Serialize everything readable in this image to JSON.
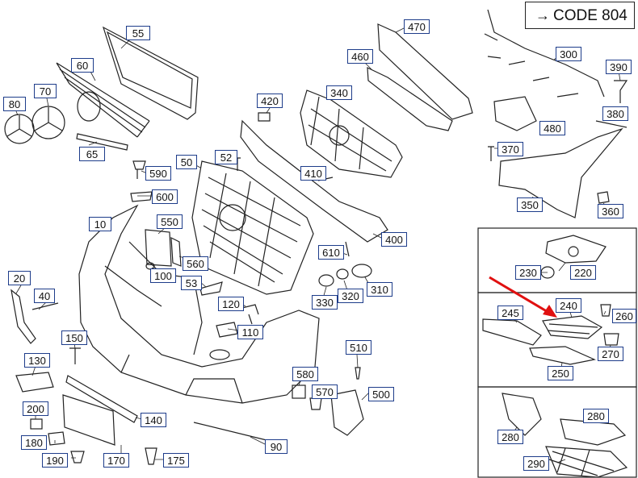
{
  "code": {
    "arrow": "→",
    "text": "CODE 804"
  },
  "callouts": {
    "c55": "55",
    "c60": "60",
    "c70": "70",
    "c80": "80",
    "c65": "65",
    "c590": "590",
    "c600": "600",
    "c50": "50",
    "c52": "52",
    "c10": "10",
    "c550": "550",
    "c560": "560",
    "c100": "100",
    "c53": "53",
    "c20": "20",
    "c40": "40",
    "c120": "120",
    "c110": "110",
    "c150": "150",
    "c130": "130",
    "c200": "200",
    "c180": "180",
    "c190": "190",
    "c170": "170",
    "c175": "175",
    "c140": "140",
    "c90": "90",
    "c470": "470",
    "c460": "460",
    "c340": "340",
    "c420": "420",
    "c410": "410",
    "c400": "400",
    "c610": "610",
    "c330": "330",
    "c320": "320",
    "c310": "310",
    "c510": "510",
    "c580": "580",
    "c570": "570",
    "c500": "500",
    "c300": "300",
    "c390": "390",
    "c380": "380",
    "c480": "480",
    "c370": "370",
    "c350": "350",
    "c360": "360",
    "c230": "230",
    "c220": "220",
    "c245": "245",
    "c240": "240",
    "c260": "260",
    "c270": "270",
    "c250": "250",
    "c280a": "280",
    "c280b": "280",
    "c290": "290"
  },
  "colors": {
    "callout_border": "#1d3c8a",
    "highlight_arrow": "#e01010",
    "line": "#222222"
  }
}
